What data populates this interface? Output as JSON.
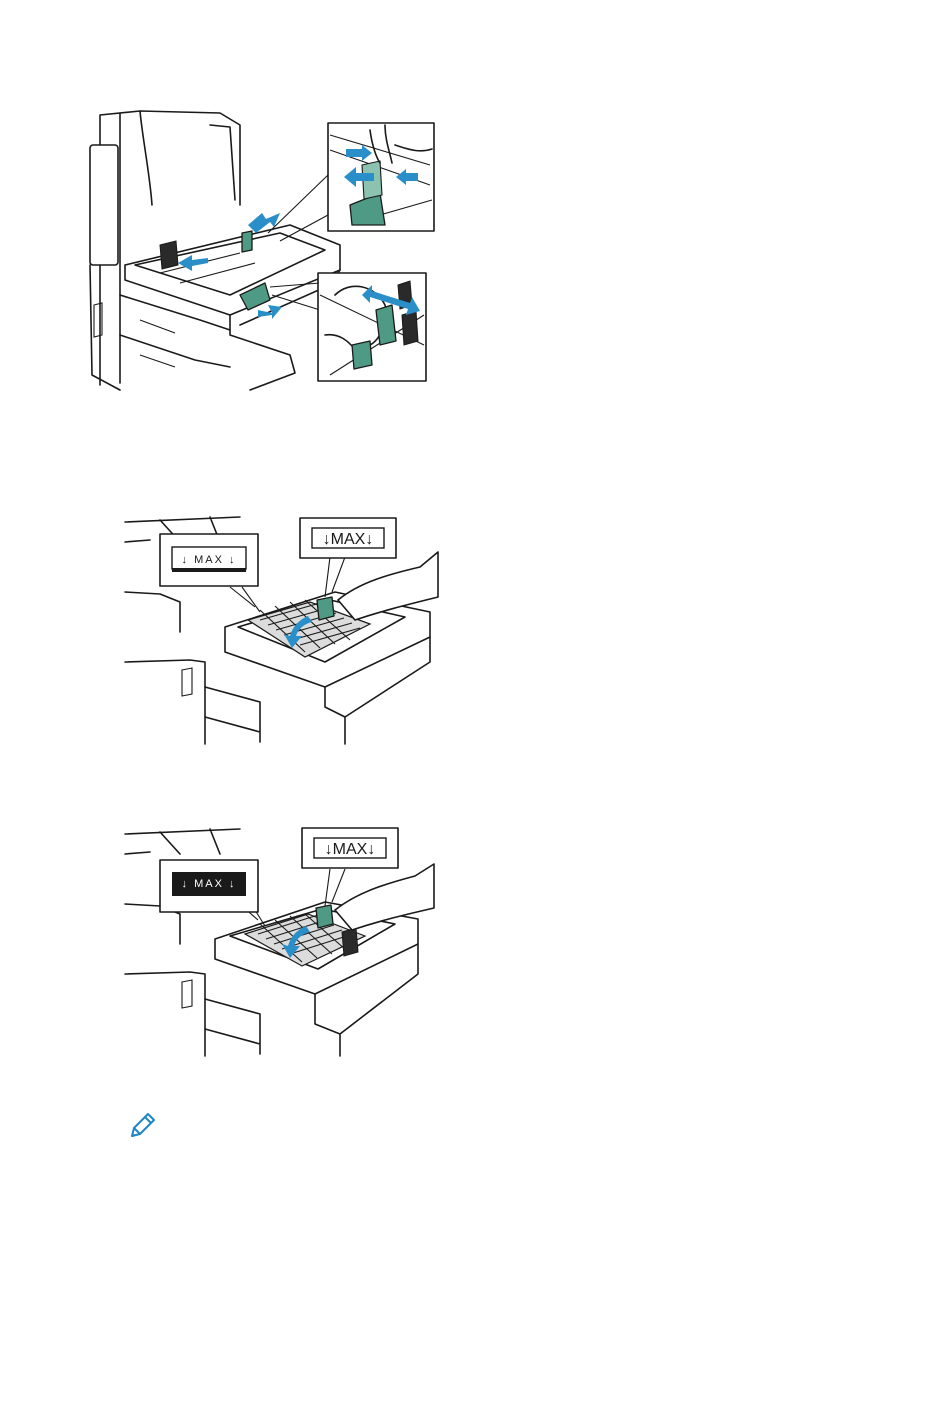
{
  "figures": {
    "adjust_guides": {},
    "load_paper_a": {
      "max_label_small": "↓ MAX ↓",
      "max_label_large": "↓MAX↓"
    },
    "load_paper_b": {
      "max_label_small": "↓ MAX ↓",
      "max_label_large": "↓MAX↓"
    }
  },
  "note": {
    "icon": "pencil-icon",
    "color": "#1f86c8"
  },
  "colors": {
    "guide_green": "#4f9a84",
    "arrow_blue": "#2a8fc9"
  }
}
